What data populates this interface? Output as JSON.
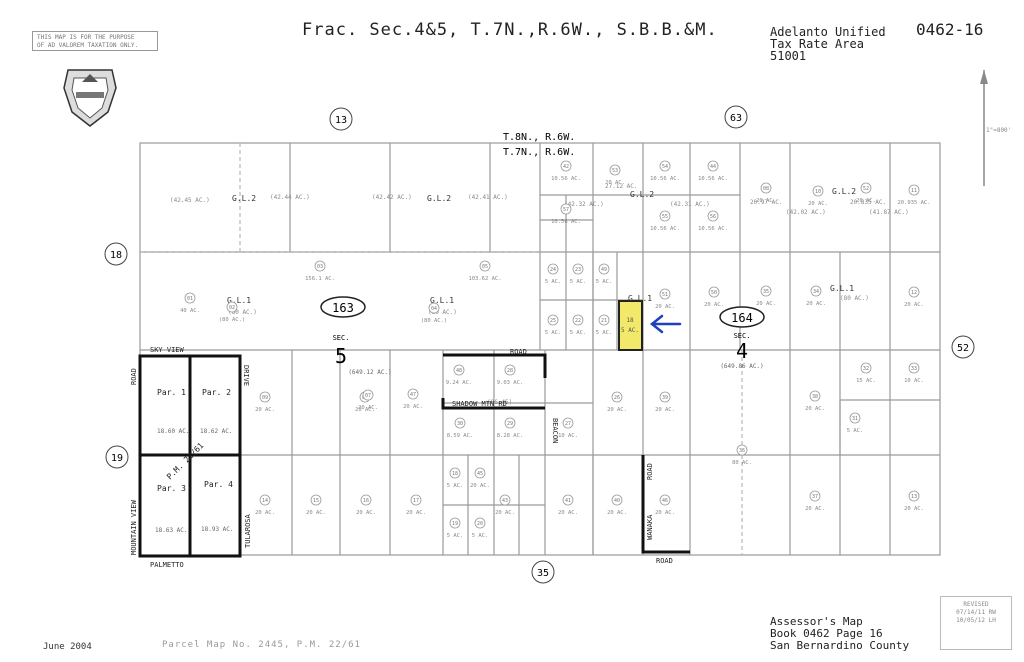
{
  "header": {
    "title": "Frac. Sec.4&5, T.7N.,R.6W., S.B.B.&M.",
    "disclaimer_line1": "THIS MAP IS FOR THE PURPOSE",
    "disclaimer_line2": "OF AD VALOREM TAXATION ONLY.",
    "district_line1": "Adelanto Unified",
    "district_line2": "Tax Rate Area",
    "district_line3": "51001",
    "map_number": "0462-16"
  },
  "footer": {
    "line1": "Assessor's Map",
    "line2": "Book 0462 Page 16",
    "line3": "San Bernardino County",
    "date": "June 2004",
    "parcel_map": "Parcel Map No. 2445, P.M. 22/61",
    "rev_title": "REVISED",
    "rev_line1": "07/14/11 RW",
    "rev_line2": "10/05/12 LH"
  },
  "adjoining_pages": {
    "north": "13",
    "north_east": "63",
    "west_top": "18",
    "west_bottom": "19",
    "south": "35",
    "east": "52"
  },
  "townships": {
    "top": "T.8N., R.6W.",
    "bottom": "T.7N., R.6W."
  },
  "sections": {
    "sec5_number": "163",
    "sec5_label": "SEC.",
    "sec5_value": "5",
    "sec4_number": "164",
    "sec4_label": "SEC.",
    "sec4_value": "4",
    "sec5_area": "(649.12 AC.)",
    "sec4_area": "(649.86 AC.)"
  },
  "government_lots": {
    "gl2": "G.L.2",
    "gl1": "G.L.1"
  },
  "streets": {
    "sky_view": "SKY VIEW",
    "road_west": "ROAD",
    "mountain_view": "MOUNTAIN VIEW",
    "palmetto": "PALMETTO",
    "drive": "DRIVE",
    "tularosa": "TULAROSA",
    "road_top": "ROAD",
    "shadow_mtn": "SHADOW MTN RD",
    "beacon": "BEACON",
    "wanaka": "WANAKA",
    "road_wanaka": "ROAD",
    "road_bottom": "ROAD",
    "pm": "P.M. 22/61"
  },
  "pm_parcels": [
    {
      "label": "Par. 1",
      "acres": "18.60 AC."
    },
    {
      "label": "Par. 2",
      "acres": "18.62 AC."
    },
    {
      "label": "Par. 3",
      "acres": "18.63 AC."
    },
    {
      "label": "Par. 4",
      "acres": "18.93 AC."
    }
  ],
  "parcels": [
    {
      "n": "01",
      "ac": "40 AC."
    },
    {
      "n": "02",
      "ac": "(80 AC.)"
    },
    {
      "n": "03",
      "ac": "156.1 AC."
    },
    {
      "n": "04",
      "ac": "(80 AC.)"
    },
    {
      "n": "05",
      "ac": "103.62 AC."
    },
    {
      "n": "06",
      "ac": "20 AC."
    },
    {
      "n": "07",
      "ac": "20 AC."
    },
    {
      "n": "08",
      "ac": "20 AC."
    },
    {
      "n": "09",
      "ac": "20 AC."
    },
    {
      "n": "10",
      "ac": "20 AC."
    },
    {
      "n": "11",
      "ac": "20.935 AC."
    },
    {
      "n": "12",
      "ac": "20 AC."
    },
    {
      "n": "13",
      "ac": "20 AC."
    },
    {
      "n": "14",
      "ac": "20 AC."
    },
    {
      "n": "15",
      "ac": "20 AC."
    },
    {
      "n": "16",
      "ac": "20 AC."
    },
    {
      "n": "17",
      "ac": "20 AC."
    },
    {
      "n": "18",
      "ac": "5 AC."
    },
    {
      "n": "19",
      "ac": "5 AC."
    },
    {
      "n": "20",
      "ac": "5 AC."
    },
    {
      "n": "21",
      "ac": "5 AC."
    },
    {
      "n": "22",
      "ac": "5 AC."
    },
    {
      "n": "23",
      "ac": "5 AC."
    },
    {
      "n": "24",
      "ac": "5 AC."
    },
    {
      "n": "25",
      "ac": "5 AC."
    },
    {
      "n": "26",
      "ac": "20 AC."
    },
    {
      "n": "27",
      "ac": "10 AC."
    },
    {
      "n": "28",
      "ac": "9.03 AC."
    },
    {
      "n": "29",
      "ac": "8.28 AC."
    },
    {
      "n": "30",
      "ac": "8.59 AC."
    },
    {
      "n": "31",
      "ac": "5 AC."
    },
    {
      "n": "32",
      "ac": "15 AC."
    },
    {
      "n": "33",
      "ac": "10 AC."
    },
    {
      "n": "34",
      "ac": "20 AC."
    },
    {
      "n": "35",
      "ac": "20 AC."
    },
    {
      "n": "36",
      "ac": "80 AC."
    },
    {
      "n": "37",
      "ac": "20 AC."
    },
    {
      "n": "38",
      "ac": "20 AC."
    },
    {
      "n": "39",
      "ac": "20 AC."
    },
    {
      "n": "40",
      "ac": "20 AC."
    },
    {
      "n": "41",
      "ac": "20 AC."
    },
    {
      "n": "42",
      "ac": "10.56 AC."
    },
    {
      "n": "43",
      "ac": "20 AC."
    },
    {
      "n": "44",
      "ac": "10.56 AC."
    },
    {
      "n": "45",
      "ac": "20 AC."
    },
    {
      "n": "46",
      "ac": "20 AC."
    },
    {
      "n": "47",
      "ac": "20 AC."
    },
    {
      "n": "48",
      "ac": "9.24 AC."
    },
    {
      "n": "49",
      "ac": "5 AC."
    },
    {
      "n": "50",
      "ac": "20 AC."
    },
    {
      "n": "51",
      "ac": "20 AC."
    },
    {
      "n": "52",
      "ac": "20 AC."
    },
    {
      "n": "53",
      "ac": "20 AC."
    },
    {
      "n": "54",
      "ac": "10.56 AC."
    },
    {
      "n": "55",
      "ac": "10.56 AC."
    },
    {
      "n": "56",
      "ac": "10.56 AC."
    },
    {
      "n": "57",
      "ac": "10.56 AC."
    }
  ],
  "acreage_labels": {
    "gl_a": "(42.45 AC.)",
    "gl_b": "(42.44 AC.)",
    "gl_c": "(42.42 AC.)",
    "gl_d": "(42.41 AC.)",
    "gl_e": "(42.32 AC.)",
    "gl_f": "(42.31 AC.)",
    "gl_g": "(42.02 AC.)",
    "gl_h": "(41.87 AC.)",
    "gl_i": "(80 AC.)",
    "gl_j": "(80 AC.)",
    "shadow": "(86.45)",
    "gl_k": "(80 AC.)",
    "p_27": "27.12 AC.",
    "p_20": "20.97 AC.",
    "p_835": "20.835 AC."
  },
  "highlight": {
    "parcel": "18",
    "acres": "5 AC.",
    "color": "#f2e96a",
    "border": "#222222"
  },
  "arrow_color": "#1f3fbf",
  "scale": "1\"=800'"
}
